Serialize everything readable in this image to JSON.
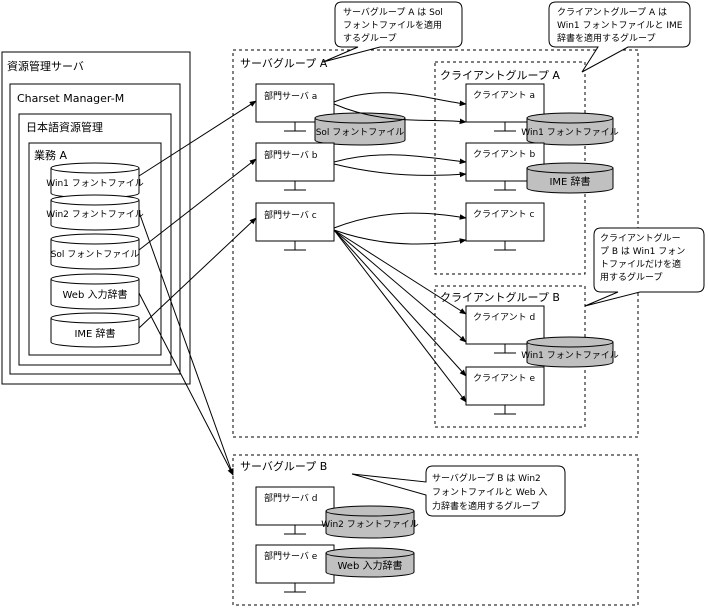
{
  "resource_server": {
    "title": "資源管理サーバ",
    "charset_manager": "Charset Manager-M",
    "jp_resource_mgmt": "日本語資源管理",
    "business": "業務 A",
    "resources": {
      "win1": "Win1 フォントファイル",
      "win2": "Win2 フォントファイル",
      "sol": "Sol フォントファイル",
      "web": "Web 入力辞書",
      "ime": "IME 辞書"
    }
  },
  "server_group_a": {
    "title": "サーバグループ A",
    "server_a": "部門サーバ a",
    "server_b": "部門サーバ b",
    "server_c": "部門サーバ c",
    "sol_font": "Sol フォントファイル"
  },
  "client_group_a": {
    "title": "クライアントグループ A",
    "client_a": "クライアント a",
    "client_b": "クライアント b",
    "client_c": "クライアント c",
    "win1_font": "Win1 フォントファイル",
    "ime_dict": "IME 辞書"
  },
  "client_group_b": {
    "title": "クライアントグループ B",
    "client_d": "クライアント d",
    "client_e": "クライアント e",
    "win1_font": "Win1 フォントファイル"
  },
  "server_group_b": {
    "title": "サーバグループ B",
    "server_d": "部門サーバ d",
    "server_e": "部門サーバ e",
    "win2_font": "Win2 フォントファイル",
    "web_dict": "Web 入力辞書"
  },
  "callouts": {
    "sg_a": [
      "サーバグループ A は Sol",
      "フォントファイルを適用",
      "するグループ"
    ],
    "cg_a": [
      "クライアントグループ A は",
      "Win1 フォントファイルと IME",
      "辞書を適用するグループ"
    ],
    "cg_b": [
      "クライアントグルー",
      "プ B は Win1 フォン",
      "トファイルだけを適",
      "用するグループ"
    ],
    "sg_b": [
      "サーバグループ B は Win2",
      "フォントファイルと Web 入",
      "力辞書を適用するグループ"
    ]
  },
  "colors": {
    "shaded_cylinder": "#c0c0c0",
    "line": "#000000"
  }
}
